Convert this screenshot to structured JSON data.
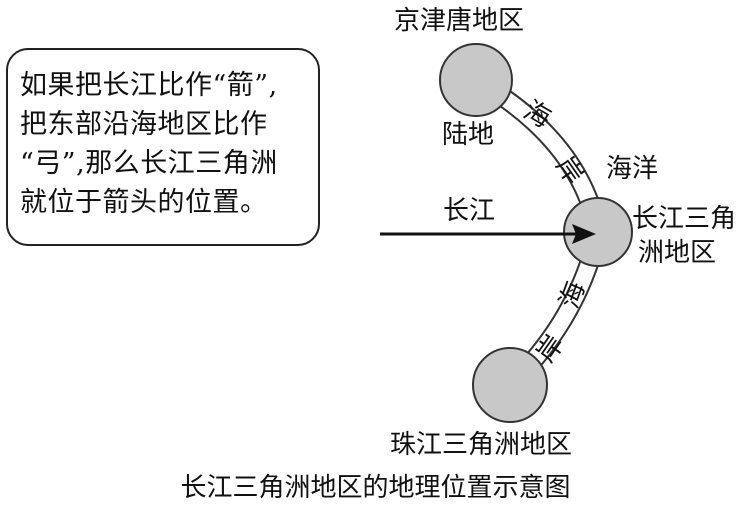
{
  "callout": {
    "lines": [
      "如果把长江比作“箭”,",
      "把东部沿海地区比作",
      "“弓”,那么长江三角洲",
      "就位于箭头的位置。"
    ]
  },
  "labels": {
    "jingjintang": "京津唐地区",
    "land": "陆地",
    "coast_upper_1": "海",
    "coast_upper_2": "岸",
    "ocean": "海洋",
    "yangtze_river": "长江",
    "yrd_line1": "长江三角",
    "yrd_line2": "洲地区",
    "coast_lower_1": "海",
    "coast_lower_2": "岸",
    "prd": "珠江三角洲地区"
  },
  "caption": "长江三角洲地区的地理位置示意图",
  "colors": {
    "region_fill": "#c8c8c8",
    "stroke": "#333333",
    "arrow": "#111111"
  }
}
